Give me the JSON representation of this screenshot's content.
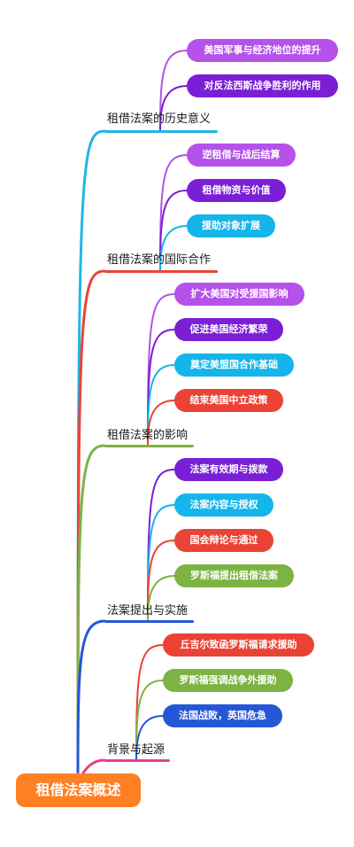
{
  "root": {
    "label": "租借法案概述",
    "color": "#ff7f24"
  },
  "branches": [
    {
      "label": "租借法案的历史意义",
      "color": "#1fb6e8",
      "children": [
        {
          "label": "美国军事与经济地位的提升",
          "color": "#b452ea"
        },
        {
          "label": "对反法西斯战争胜利的作用",
          "color": "#7a1fd6"
        }
      ]
    },
    {
      "label": "租借法案的国际合作",
      "color": "#ea4335",
      "children": [
        {
          "label": "逆租借与战后结算",
          "color": "#b452ea"
        },
        {
          "label": "租借物资与价值",
          "color": "#7a1fd6"
        },
        {
          "label": "援助对象扩展",
          "color": "#13b5ea"
        }
      ]
    },
    {
      "label": "租借法案的影响",
      "color": "#7cb342",
      "children": [
        {
          "label": "扩大美国对受援国影响",
          "color": "#b452ea"
        },
        {
          "label": "促进美国经济繁荣",
          "color": "#7a1fd6"
        },
        {
          "label": "奠定美盟国合作基础",
          "color": "#13b5ea"
        },
        {
          "label": "结束美国中立政策",
          "color": "#ea4335"
        }
      ]
    },
    {
      "label": "法案提出与实施",
      "color": "#2457d6",
      "children": [
        {
          "label": "法案有效期与拨款",
          "color": "#7a1fd6"
        },
        {
          "label": "法案内容与授权",
          "color": "#13b5ea"
        },
        {
          "label": "国会辩论与通过",
          "color": "#ea4335"
        },
        {
          "label": "罗斯福提出租借法案",
          "color": "#7cb342"
        }
      ]
    },
    {
      "label": "背景与起源",
      "color": "#e83e8c",
      "children": [
        {
          "label": "丘吉尔致函罗斯福请求援助",
          "color": "#ea4335"
        },
        {
          "label": "罗斯福强调战争外援助",
          "color": "#7cb342"
        },
        {
          "label": "法国战败，英国危急",
          "color": "#2457d6"
        }
      ]
    }
  ]
}
